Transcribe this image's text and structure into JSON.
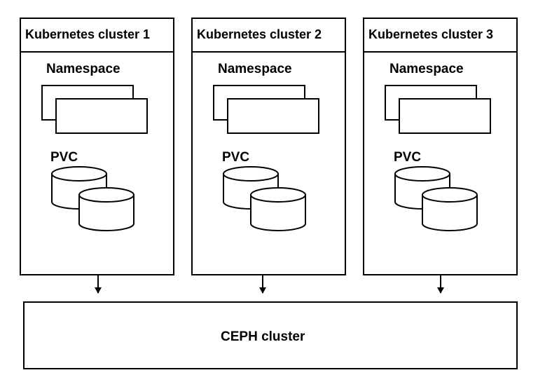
{
  "clusters": [
    {
      "title": "Kubernetes cluster 1",
      "namespace_label": "Namespace",
      "pvc_label": "PVC"
    },
    {
      "title": "Kubernetes cluster 2",
      "namespace_label": "Namespace",
      "pvc_label": "PVC"
    },
    {
      "title": "Kubernetes cluster 3",
      "namespace_label": "Namespace",
      "pvc_label": "PVC"
    }
  ],
  "storage": {
    "label": "CEPH cluster"
  },
  "colors": {
    "stroke": "#000000",
    "fill": "#ffffff"
  }
}
